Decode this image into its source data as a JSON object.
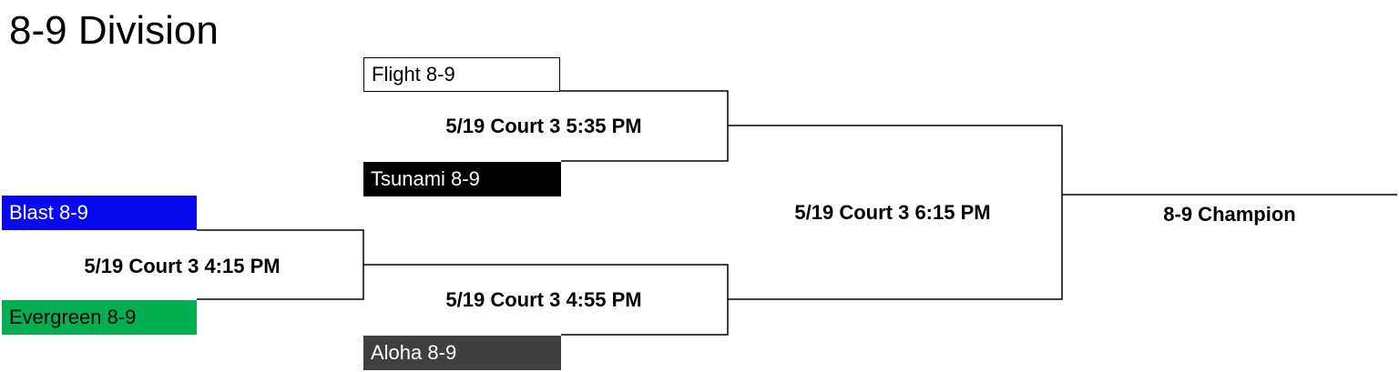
{
  "bracket": {
    "title": "8-9 Division",
    "round1": {
      "top_team": {
        "name": "Blast 8-9",
        "color": "#0a0af0",
        "text_color": "#ffffff"
      },
      "bottom_team": {
        "name": "Evergreen 8-9",
        "color": "#00b050",
        "text_color": "#000000"
      },
      "game_label": "5/19 Court 3 4:15 PM"
    },
    "semifinal_top": {
      "top_team": {
        "name": "Flight 8-9",
        "color": "#ffffff",
        "text_color": "#000000"
      },
      "bottom_team": {
        "name": "Tsunami 8-9",
        "color": "#000000",
        "text_color": "#ffffff"
      },
      "game_label": "5/19 Court 3 5:35 PM"
    },
    "semifinal_bottom": {
      "bottom_team": {
        "name": "Aloha 8-9",
        "color": "#404040",
        "text_color": "#ffffff"
      },
      "game_label": "5/19 Court 3 4:55 PM"
    },
    "final": {
      "game_label": "5/19 Court 3 6:15 PM"
    },
    "champion": {
      "label": "8-9 Champion"
    }
  }
}
